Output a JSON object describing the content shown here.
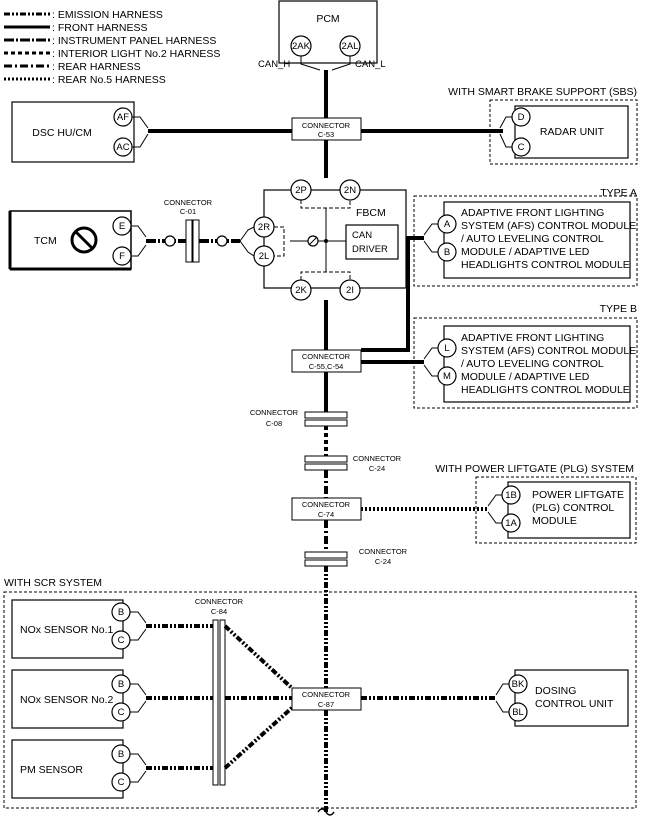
{
  "legend": [
    {
      "label": ": EMISSION HARNESS",
      "style": "emis"
    },
    {
      "label": ": FRONT HARNESS",
      "style": "front"
    },
    {
      "label": ": INSTRUMENT PANEL HARNESS",
      "style": "inst"
    },
    {
      "label": ": INTERIOR LIGHT No.2 HARNESS",
      "style": "int2"
    },
    {
      "label": ": REAR HARNESS",
      "style": "rear"
    },
    {
      "label": ": REAR No.5 HARNESS",
      "style": "rear5"
    }
  ],
  "modules": {
    "pcm": {
      "name": "PCM",
      "pin_h": "2AK",
      "pin_l": "2AL",
      "can_h": "CAN_H",
      "can_l": "CAN_L"
    },
    "dsc": {
      "name": "DSC HU/CM",
      "pin_1": "AF",
      "pin_2": "AC"
    },
    "radar": {
      "name": "RADAR UNIT",
      "group": "WITH SMART BRAKE SUPPORT (SBS)",
      "pin_1": "D",
      "pin_2": "C"
    },
    "tcm": {
      "name": "TCM",
      "pin_1": "E",
      "pin_2": "F"
    },
    "fbcm": {
      "name": "FBCM",
      "can_driver": [
        "CAN",
        "DRIVER"
      ],
      "pins": {
        "p2p": "2P",
        "p2n": "2N",
        "p2r": "2R",
        "p2l": "2L",
        "p2k": "2K",
        "p2i": "2I"
      }
    },
    "afs_a": {
      "group": "TYPE A",
      "lines": [
        "ADAPTIVE FRONT LIGHTING",
        "SYSTEM (AFS) CONTROL MODULE",
        "/ AUTO LEVELING CONTROL",
        "MODULE / ADAPTIVE LED",
        "HEADLIGHTS CONTROL MODULE"
      ],
      "pin_1": "A",
      "pin_2": "B"
    },
    "afs_b": {
      "group": "TYPE B",
      "lines": [
        "ADAPTIVE FRONT LIGHTING",
        "SYSTEM (AFS) CONTROL MODULE",
        "/ AUTO LEVELING CONTROL",
        "MODULE / ADAPTIVE LED",
        "HEADLIGHTS CONTROL MODULE"
      ],
      "pin_1": "L",
      "pin_2": "M"
    },
    "plg": {
      "group": "WITH POWER LIFTGATE (PLG) SYSTEM",
      "lines": [
        "POWER LIFTGATE",
        "(PLG) CONTROL",
        "MODULE"
      ],
      "pin_1": "1B",
      "pin_2": "1A"
    },
    "scr_group": "WITH SCR SYSTEM",
    "nox1": {
      "name": "NOx SENSOR No.1",
      "pin_1": "B",
      "pin_2": "C"
    },
    "nox2": {
      "name": "NOx SENSOR No.2",
      "pin_1": "B",
      "pin_2": "C"
    },
    "pm": {
      "name": "PM SENSOR",
      "pin_1": "B",
      "pin_2": "C"
    },
    "dosing": {
      "lines": [
        "DOSING",
        "CONTROL UNIT"
      ],
      "pin_1": "BK",
      "pin_2": "BL"
    }
  },
  "connectors": {
    "c53": {
      "word": "CONNECTOR",
      "id": "C-53"
    },
    "c01": {
      "word": "CONNECTOR",
      "id": "C-01"
    },
    "c55": {
      "word": "CONNECTOR",
      "id": "C-55,C-54"
    },
    "c08": {
      "word": "CONNECTOR",
      "id": "C-08"
    },
    "c24a": {
      "word": "CONNECTOR",
      "id": "C-24"
    },
    "c74": {
      "word": "CONNECTOR",
      "id": "C-74"
    },
    "c24b": {
      "word": "CONNECTOR",
      "id": "C-24"
    },
    "c84": {
      "word": "CONNECTOR",
      "id": "C-84"
    },
    "c87": {
      "word": "CONNECTOR",
      "id": "C-87"
    }
  }
}
